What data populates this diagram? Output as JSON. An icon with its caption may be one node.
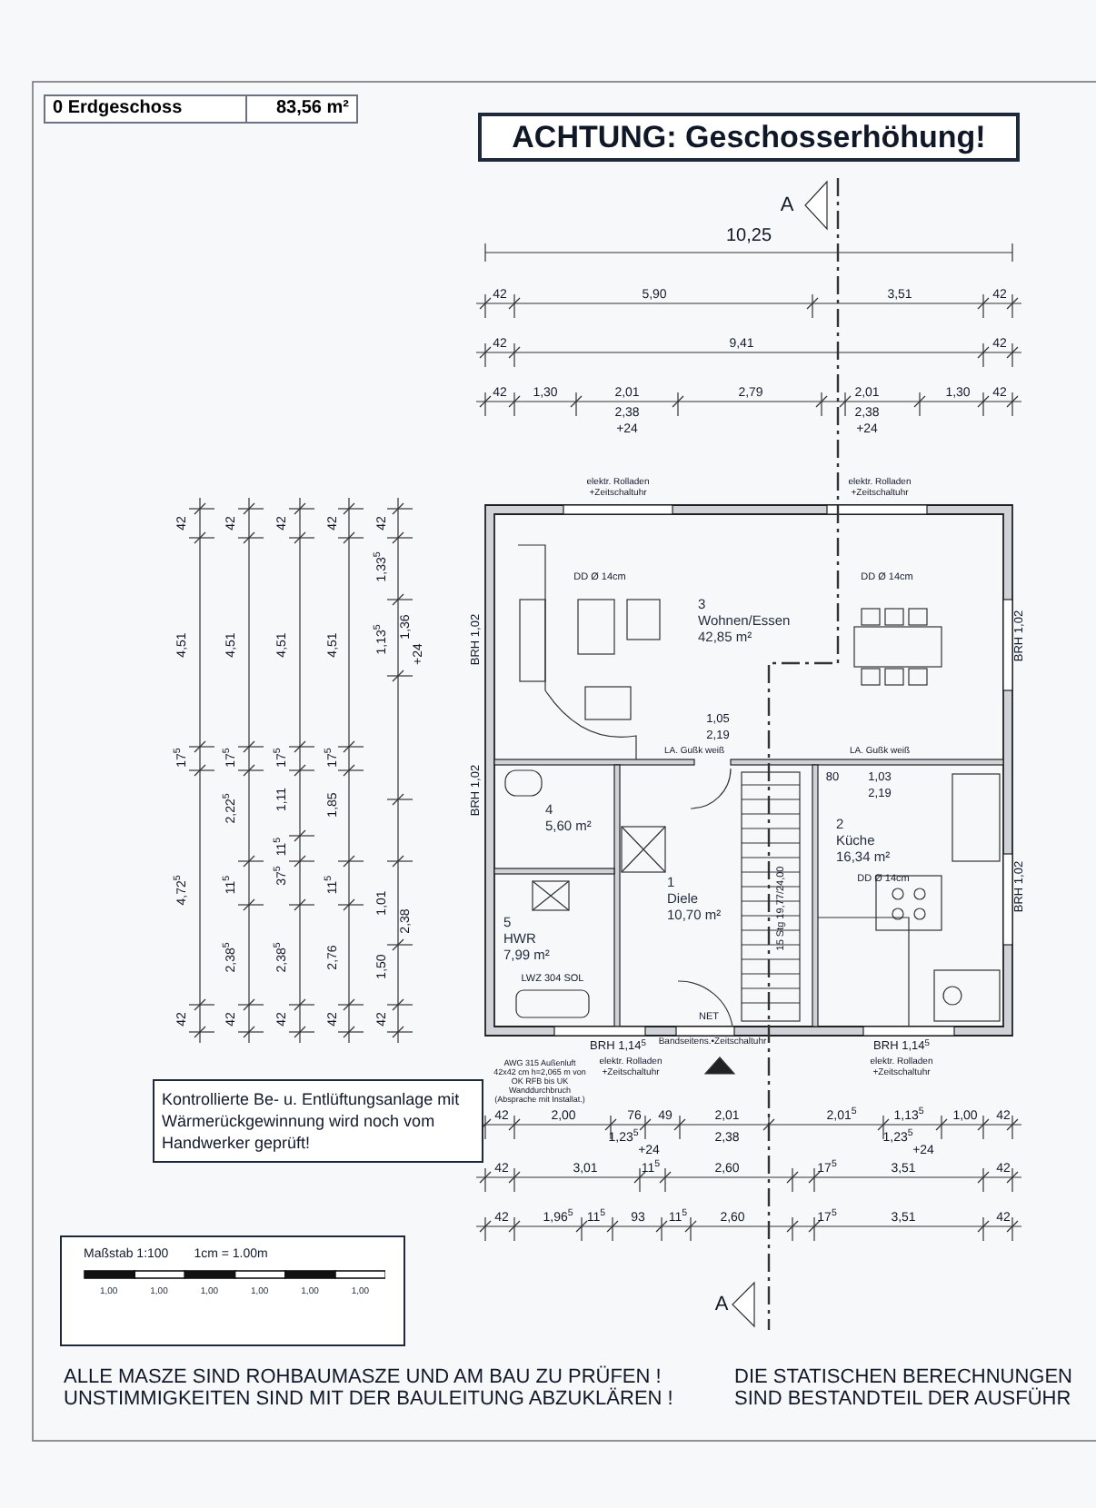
{
  "diagram": {
    "nodes": [
      {
        "text": [
          "0 Erdgeschoss",
          "83,56 m²"
        ]
      },
      {
        "text": [
          "ACHTUNG: Geschosserhöhung!"
        ]
      },
      {
        "text": [
          "3",
          "Wohnen/Essen",
          "42,85 m²"
        ]
      },
      {
        "text": [
          "4",
          "5,60 m²"
        ]
      },
      {
        "text": [
          "2",
          "Küche",
          "16,34 m²"
        ]
      },
      {
        "text": [
          "5",
          "HWR",
          "7,99 m²"
        ]
      },
      {
        "text": [
          "1",
          "Diele",
          "10,70 m²"
        ]
      },
      {
        "text": [
          "Kontrollierte Be- u. Entlüftungsanlage mit Wärmerückgewinnung wird noch vom Handwerker geprüft!"
        ]
      },
      {
        "text": [
          "Maßstab 1:100",
          "1cm = 1.00m",
          "1,00",
          "1,00",
          "1,00",
          "1,00",
          "1,00",
          "1,00"
        ]
      }
    ],
    "labels": [
      "A",
      "10,25",
      "42",
      "5,90",
      "3,51",
      "42",
      "42",
      "9,41",
      "42",
      "42",
      "1,30",
      "2,01",
      "2,79",
      "2,01",
      "1,30",
      "42",
      "2,38",
      "+24",
      "2,38",
      "+24",
      "42",
      "4,51",
      "17$^{5}$",
      "4,72$^{5}$",
      "42",
      "42",
      "4,51",
      "17$^{5}$",
      "2,22$^{5}$",
      "11$^{5}$",
      "2,38$^{5}$",
      "42",
      "42",
      "4,51",
      "17$^{5}$",
      "1,11",
      "11$^{5}$",
      "37$^{5}$",
      "2,38$^{5}$",
      "42",
      "42",
      "4,51",
      "17$^{5}$",
      "1,85",
      "11$^{5}$",
      "2,76",
      "42",
      "42",
      "1,33$^{5}$",
      "1,13$^{5}$",
      "1,01",
      "1,50",
      "42",
      "1,36",
      "+24",
      "2,38",
      "BRH 1,02",
      "BRH 1,02",
      "BRH 1,02",
      "BRH 1,02",
      "elektr. Rolladen +Zeitschaltuhr",
      "elektr. Rolladen +Zeitschaltuhr",
      "DD Ø 14cm",
      "DD Ø 14cm",
      "DD Ø 14cm",
      "1,05",
      "2,19",
      "LA. Gußk weiß",
      "80",
      "1,03",
      "2,19",
      "LA. Gußk weiß",
      "LWZ 304 SOL",
      "15 Stg 19,77/24,00",
      "NET",
      "AWG 315 Außenluft 42x42 cm h=2,065 m von OK RFB bis UK Wanddurchbruch (Absprache mit Installat.)",
      "BRH 1,14$^{5}$",
      "elektr. Rolladen +Zeitschaltuhr",
      "Bandseitens.•Zeitschaltuhr",
      "BRH 1,14$^{5}$",
      "elektr. Rolladen +Zeitschaltuhr",
      "42",
      "2,00",
      "76",
      "49",
      "2,01",
      "2,01$^{5}$",
      "1,13$^{5}$",
      "1,00",
      "42",
      "1,23$^{5}$",
      "+24",
      "2,38",
      "1,23$^{5}$",
      "+24",
      "42",
      "3,01",
      "11$^{5}$",
      "2,60",
      "17$^{5}$",
      "3,51",
      "42",
      "42",
      "1,96$^{5}$",
      "11$^{5}$",
      "93",
      "11$^{5}$",
      "2,60",
      "17$^{5}$",
      "3,51",
      "42",
      "A",
      "ALLE MASZE SIND ROHBAUMASZE UND AM BAU ZU PRÜFEN ! UNSTIMMIGKEITEN SIND MIT DER BAULEITUNG ABZUKLÄREN !",
      "DIE STATISCHEN BERECHNUNGEN SIND BESTANDTEIL DER AUSFÜHR"
    ]
  }
}
